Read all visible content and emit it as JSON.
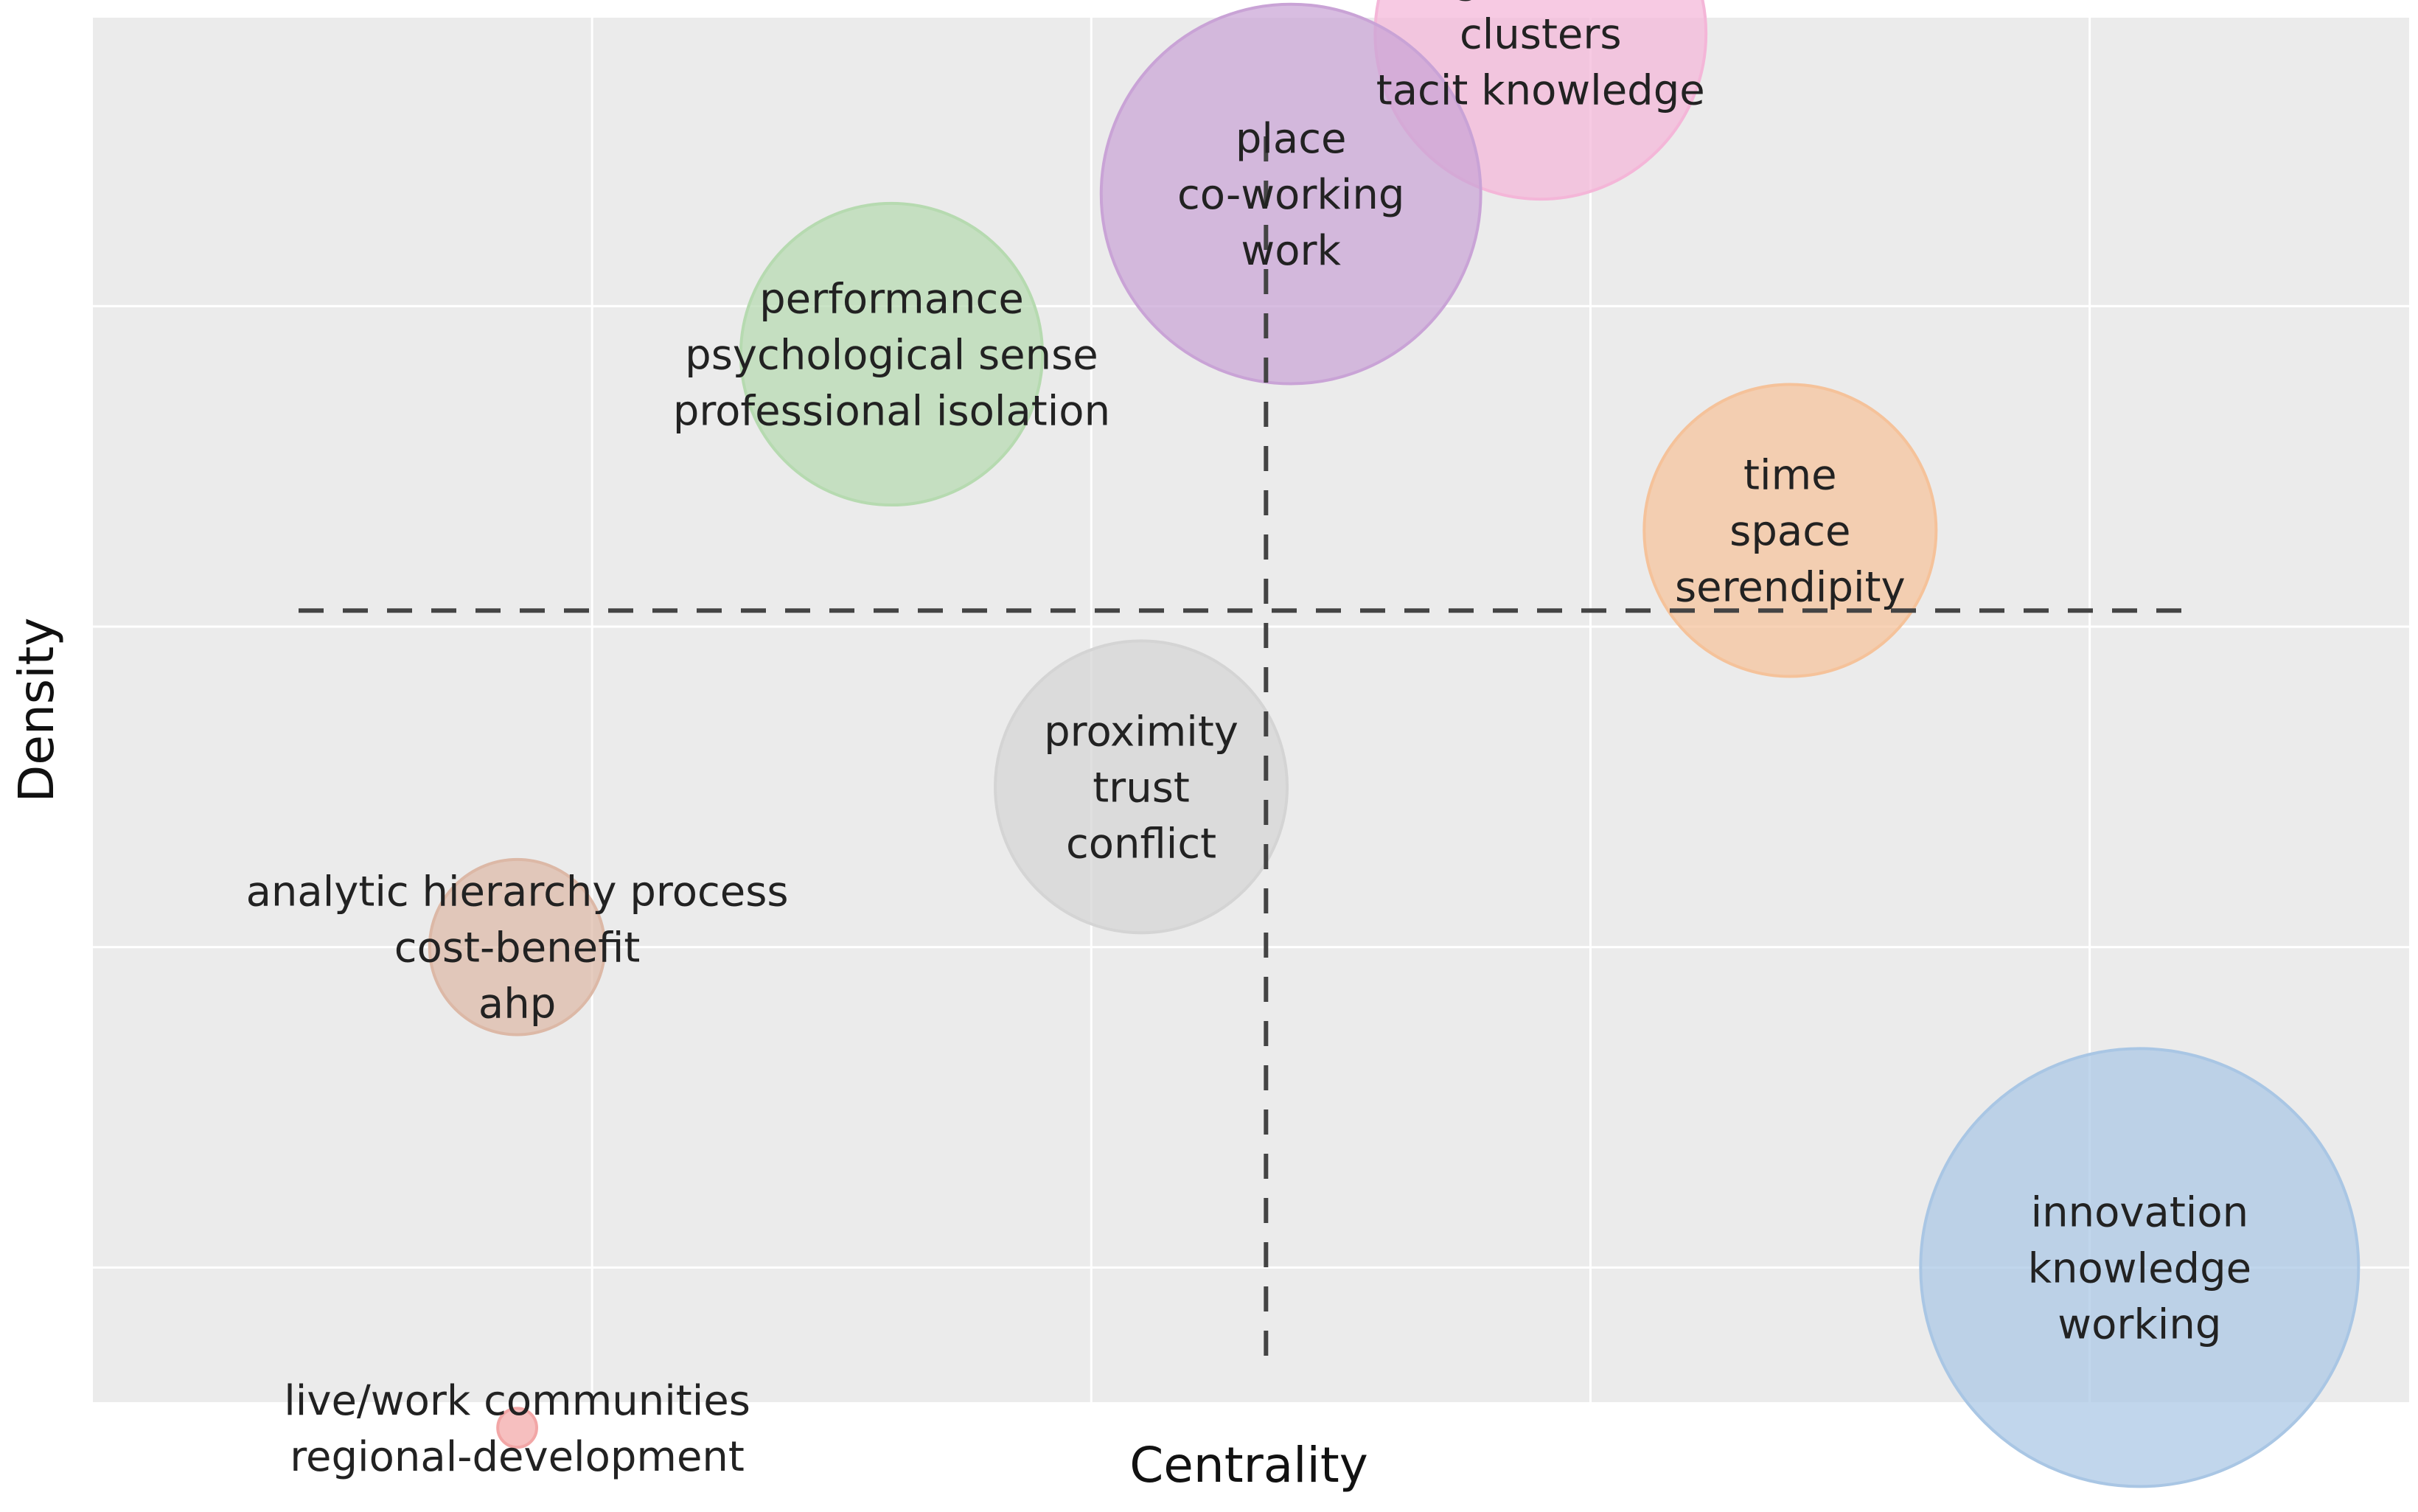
{
  "chart_data": {
    "type": "scatter",
    "subtype": "bubble",
    "title": "",
    "xlabel": "Centrality",
    "ylabel": "Density",
    "xlim": [
      0,
      4.64
    ],
    "ylim": [
      -0.42,
      3.9
    ],
    "grid": true,
    "legend": "none",
    "reference_lines": {
      "x": 2.35,
      "y": 2.05
    },
    "bubbles": [
      {
        "x": 2.9,
        "y": 3.85,
        "size": 0.68,
        "color": "#f4b6d8",
        "labels": [
          "organization",
          "clusters",
          "tacit knowledge"
        ]
      },
      {
        "x": 2.4,
        "y": 3.35,
        "size": 0.78,
        "color": "#c9a3d6",
        "labels": [
          "place",
          "co-working",
          "work"
        ]
      },
      {
        "x": 1.6,
        "y": 2.85,
        "size": 0.62,
        "color": "#b6dab0",
        "labels": [
          "performance",
          "psychological sense",
          "professional isolation"
        ]
      },
      {
        "x": 3.4,
        "y": 2.3,
        "size": 0.6,
        "color": "#f5c29a",
        "labels": [
          "time",
          "space",
          "serendipity"
        ]
      },
      {
        "x": 0.85,
        "y": 1.0,
        "size": 0.36,
        "color": "#dcb8a6",
        "labels": [
          "analytic hierarchy process",
          "cost-benefit",
          "ahp"
        ]
      },
      {
        "x": 2.1,
        "y": 1.5,
        "size": 0.6,
        "color": "#d4d4d4",
        "labels": [
          "proximity",
          "trust",
          "conflict"
        ]
      },
      {
        "x": 4.1,
        "y": 0.0,
        "size": 0.9,
        "color": "#a9c6e4",
        "labels": [
          "innovation",
          "knowledge",
          "working"
        ]
      },
      {
        "x": 0.85,
        "y": -0.5,
        "size": 0.08,
        "color": "#f2a6a6",
        "labels": [
          "live/work communities",
          "regional-development"
        ]
      }
    ]
  }
}
